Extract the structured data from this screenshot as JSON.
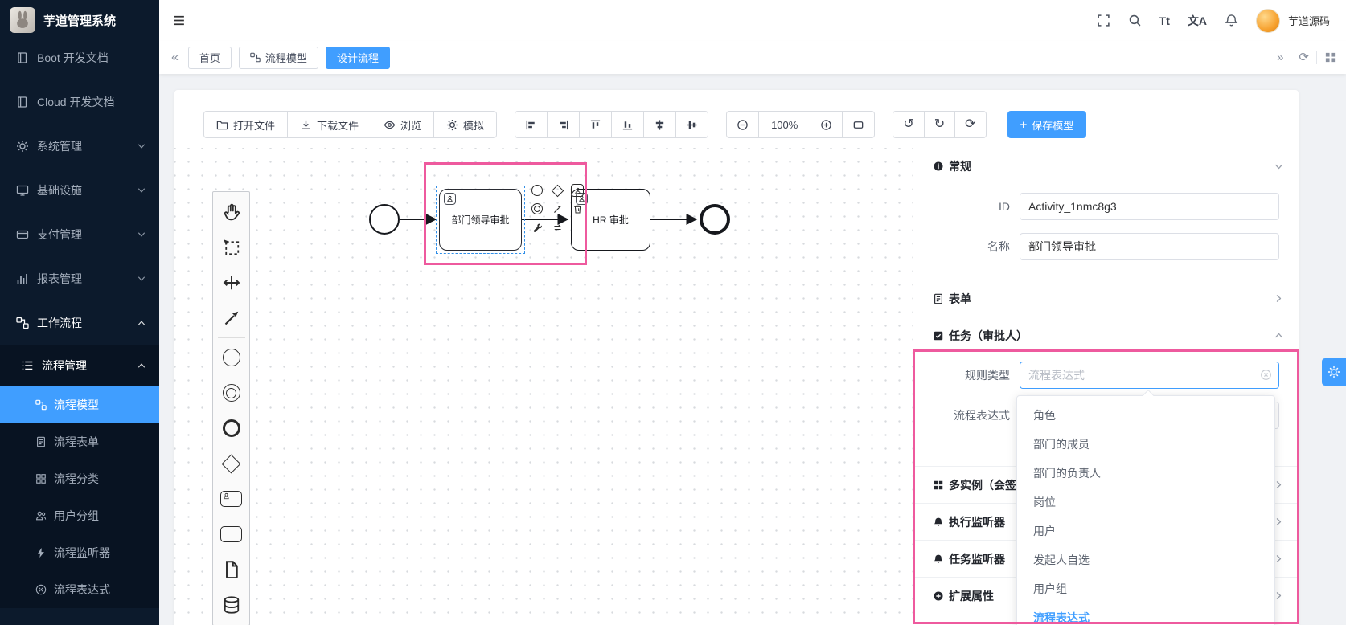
{
  "app": {
    "title": "芋道管理系统"
  },
  "sidebar": {
    "items": [
      {
        "label": "Boot 开发文档"
      },
      {
        "label": "Cloud 开发文档"
      },
      {
        "label": "系统管理"
      },
      {
        "label": "基础设施"
      },
      {
        "label": "支付管理"
      },
      {
        "label": "报表管理"
      },
      {
        "label": "工作流程"
      }
    ],
    "submenu": {
      "label": "流程管理",
      "items": [
        {
          "label": "流程模型"
        },
        {
          "label": "流程表单"
        },
        {
          "label": "流程分类"
        },
        {
          "label": "用户分组"
        },
        {
          "label": "流程监听器"
        },
        {
          "label": "流程表达式"
        }
      ]
    }
  },
  "header": {
    "username": "芋道源码"
  },
  "tabsbar": {
    "tabs": [
      {
        "label": "首页"
      },
      {
        "label": "流程模型"
      },
      {
        "label": "设计流程"
      }
    ]
  },
  "toolbar": {
    "open": "打开文件",
    "download": "下载文件",
    "preview": "浏览",
    "simulate": "模拟",
    "zoom_level": "100%",
    "save": "保存模型"
  },
  "diagram": {
    "task1_label": "部门领导审批",
    "task2_label": "HR 审批"
  },
  "panel": {
    "general": {
      "title": "常规",
      "id_label": "ID",
      "id_value": "Activity_1nmc8g3",
      "name_label": "名称",
      "name_value": "部门领导审批"
    },
    "form": {
      "title": "表单"
    },
    "task": {
      "title": "任务（审批人）",
      "rule_label": "规则类型",
      "rule_placeholder": "流程表达式",
      "expr_label": "流程表达式"
    },
    "multi": {
      "title": "多实例（会签配置"
    },
    "exec_listener": {
      "title": "执行监听器"
    },
    "task_listener": {
      "title": "任务监听器"
    },
    "ext_attr": {
      "title": "扩展属性"
    },
    "dropdown": {
      "options": [
        {
          "label": "角色"
        },
        {
          "label": "部门的成员"
        },
        {
          "label": "部门的负责人"
        },
        {
          "label": "岗位"
        },
        {
          "label": "用户"
        },
        {
          "label": "发起人自选"
        },
        {
          "label": "用户组"
        },
        {
          "label": "流程表达式"
        }
      ]
    }
  },
  "glyphs": {
    "collapse_left": "«",
    "expand_right": "»",
    "undo": "↺",
    "redo": "↻",
    "refresh": "⟳",
    "plus": "+",
    "font_size": "Tt",
    "translate": "文A"
  },
  "colors": {
    "primary": "#409eff",
    "highlight_pink": "#ee5a9e",
    "sidebar_bg": "#0c1a2c"
  }
}
